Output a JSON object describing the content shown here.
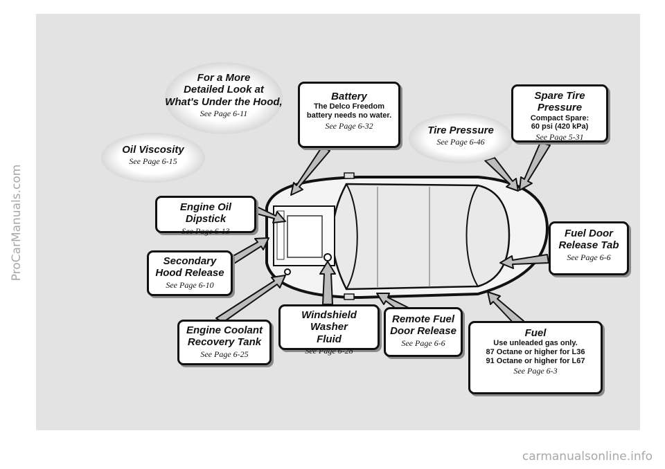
{
  "watermarks": {
    "left": "ProCarManuals.com",
    "bottom": "carmanualsonline.info"
  },
  "callouts": {
    "under_hood": {
      "title_1": "For a More",
      "title_2": "Detailed Look at",
      "title_3": "What's Under the Hood,",
      "see": "See Page 6-11"
    },
    "oil_viscosity": {
      "title": "Oil Viscosity",
      "see": "See Page 6-15"
    },
    "battery": {
      "title": "Battery",
      "body_1": "The Delco Freedom",
      "body_2": "battery needs no water.",
      "see": "See Page 6-32"
    },
    "tire_pressure": {
      "title": "Tire Pressure",
      "see": "See Page 6-46"
    },
    "spare_tire": {
      "title": "Spare Tire Pressure",
      "body_1": "Compact Spare:",
      "body_2": "60 psi (420 kPa)",
      "see": "See Page 5-31"
    },
    "oil_dipstick": {
      "title": "Engine Oil Dipstick",
      "see": "See Page 6-13"
    },
    "fuel_door_tab": {
      "title_1": "Fuel Door",
      "title_2": "Release Tab",
      "see": "See Page 6-6"
    },
    "secondary_hood": {
      "title_1": "Secondary",
      "title_2": "Hood Release",
      "see": "See Page 6-10"
    },
    "coolant": {
      "title_1": "Engine Coolant",
      "title_2": "Recovery Tank",
      "see": "See Page 6-25"
    },
    "washer_fluid": {
      "title_1": "Windshield Washer",
      "title_2": "Fluid",
      "see": "See Page 6-28"
    },
    "remote_fuel": {
      "title_1": "Remote Fuel",
      "title_2": "Door Release",
      "see": "See Page 6-6"
    },
    "fuel": {
      "title": "Fuel",
      "body_1": "Use unleaded gas only.",
      "body_2": "87 Octane or higher for L36",
      "body_3": "91 Octane or higher for L67",
      "see": "See Page 6-3"
    }
  }
}
